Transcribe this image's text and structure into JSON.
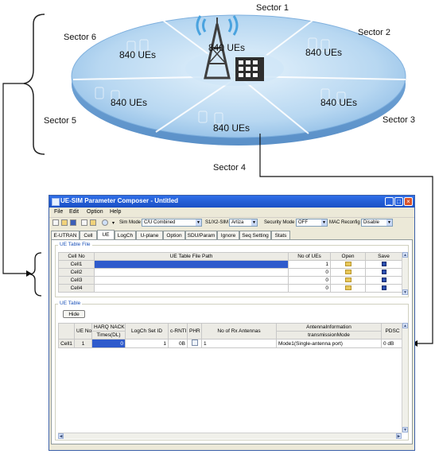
{
  "diagram": {
    "sectors": [
      "Sector 1",
      "Sector 2",
      "Sector 3",
      "Sector 4",
      "Sector 5",
      "Sector 6"
    ],
    "ue_counts": [
      "840 UEs",
      "840 UEs",
      "840 UEs",
      "840 UEs",
      "840 UEs",
      "840 UEs"
    ]
  },
  "window": {
    "title": "UE-SIM Parameter Composer - Untitled",
    "menu": [
      "File",
      "Edit",
      "Option",
      "Help"
    ],
    "toolbar": {
      "sim_mode_label": "Sim Mode",
      "sim_mode_value": "C/U Combined",
      "s1x2_label": "S1/X2-SIM",
      "s1x2_value": "Artiza",
      "security_label": "Security Mode",
      "security_value": "OFF",
      "mac_label": "MAC Reconfig",
      "mac_value": "Disable"
    },
    "tabs": [
      "E-UTRAN",
      "Cell",
      "UE",
      "LogCh",
      "U-plane",
      "Option",
      "SDU/Param",
      "Ignore",
      "Seq Setting",
      "Stats"
    ],
    "active_tab": "UE",
    "ue_table_file": {
      "title": "UE Table File",
      "headers": [
        "Cell No",
        "UE Table File Path",
        "No of UEs",
        "Open",
        "Save"
      ],
      "rows": [
        {
          "cell": "Cell1",
          "path": "",
          "count": "1"
        },
        {
          "cell": "Cell2",
          "path": "",
          "count": "0"
        },
        {
          "cell": "Cell3",
          "path": "",
          "count": "0"
        },
        {
          "cell": "Cell4",
          "path": "",
          "count": "0"
        }
      ]
    },
    "ue_table": {
      "title": "UE Table",
      "hide_label": "Hide",
      "headers": {
        "ue_no": "UE No",
        "harq_top": "HARQ NACK",
        "harq_bottom": "Times(DL)",
        "logch_set": "LogCh Set ID",
        "c_rnti": "c-RNTI",
        "phr": "PHR",
        "rx_ant": "No of Rx Antennas",
        "antenna_top": "AntennaInformation",
        "antenna_bottom": "transmissionMode",
        "pdsc": "PDSC"
      },
      "row": {
        "cell": "Cell1",
        "ue_no": "1",
        "harq": "0",
        "logch_set": "1",
        "c_rnti": "0B",
        "rx_ant": "1",
        "transmission_mode": "Mode1(Single-antenna port)",
        "pdsc": "0 dB"
      }
    }
  },
  "colors": {
    "titlebar": "#1a4fc4",
    "selection": "#2f5bcc",
    "disk": "#9fc6ec"
  }
}
